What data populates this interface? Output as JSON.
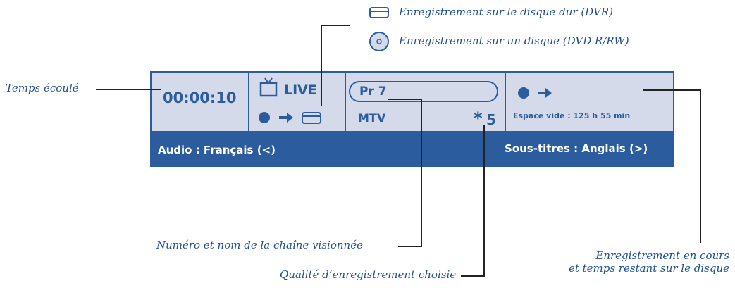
{
  "legend": {
    "items": [
      {
        "icon": "hard-disk-icon",
        "text": "Enregistrement sur le disque dur (DVR)"
      },
      {
        "icon": "disc-icon",
        "text": "Enregistrement sur un disque (DVD R/RW)"
      }
    ]
  },
  "panel": {
    "time": "00:00:10",
    "live_label": "LIVE",
    "channel_number": "Pr 7",
    "channel_name": "MTV",
    "quality_symbol": "*",
    "quality_value": "5",
    "free_space": "Espace vide : 125 h 55 min",
    "audio": "Audio : Français (<)",
    "subtitles": "Sous-titres : Anglais (>)"
  },
  "annotations": {
    "elapsed": "Temps écoulé",
    "channel": "Numéro et nom de la chaîne visionnée",
    "quality": "Qualité d’enregistrement choisie",
    "recording_line1": "Enregistrement en cours",
    "recording_line2": "et temps restant sur le disque"
  },
  "colors": {
    "panel_blue": "#2b5c9e",
    "panel_light": "#d5daeb"
  }
}
